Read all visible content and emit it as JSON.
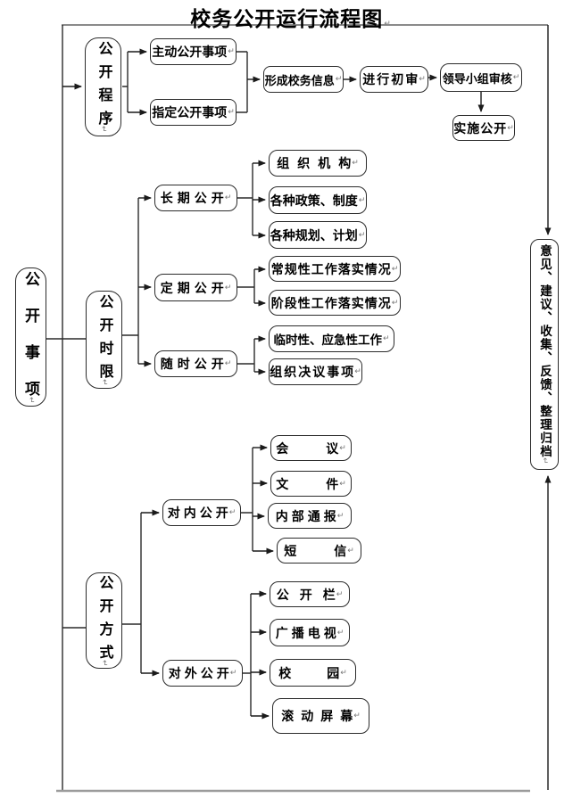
{
  "title": "校务公开运行流程图",
  "marks": {
    "crlf": "↵"
  },
  "colors": {
    "line": "#2a2a2a",
    "frame_top": "#8a8a8a",
    "frame_bottom": "#9b9b9b",
    "box_border": "#2b2b2b",
    "background": "#ffffff"
  },
  "nodes": {
    "root": "公开事项",
    "procedure": "公开程序",
    "proactive": "主动公开事项",
    "designated": "指定公开事项",
    "form_info": "形成校务信息",
    "initial_review": "进行初审",
    "leader_review": "领导小组审核",
    "implement": "实施公开",
    "time_limit": "公开时限",
    "long_term": "长期公开",
    "periodic": "定期公开",
    "anytime": "随时公开",
    "org_structure": "组织机构",
    "policies": "各种政策、制度",
    "plans": "各种规划、计划",
    "routine_work": "常规性工作落实情况",
    "phase_work": "阶段性工作落实情况",
    "temp_work": "临时性、应急性工作",
    "resolutions": "组织决议事项",
    "method": "公开方式",
    "internal": "对内公开",
    "external": "对外公开",
    "meeting": "会议",
    "document": "文件",
    "internal_report": "内部通报",
    "sms": "短信",
    "bulletin_board": "公开栏",
    "broadcast_tv": "广播电视",
    "campus": "校园",
    "scrolling_screen": "滚动屏幕",
    "feedback": "意见、建议、收集、反馈、整理归档"
  }
}
